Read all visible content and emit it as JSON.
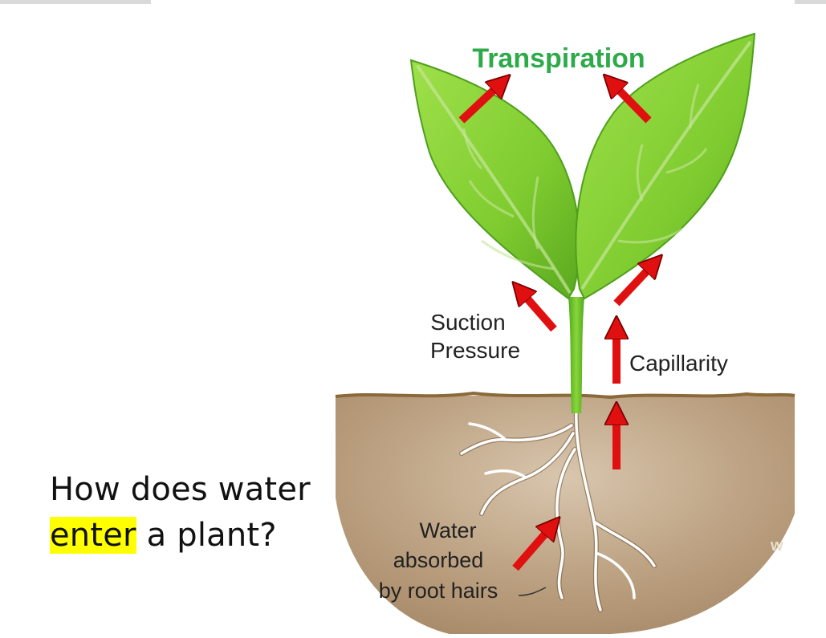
{
  "diagram": {
    "title": "Transpiration",
    "labels": {
      "suction_line1": "Suction",
      "suction_line2": "Pressure",
      "capillarity": "Capillarity",
      "water_line1": "Water",
      "water_line2": "absorbed",
      "water_line3": "by root hairs",
      "watermark": "w"
    }
  },
  "question": {
    "line1": "How does water",
    "highlight_word": "enter",
    "line2_rest": " a plant?"
  },
  "colors": {
    "leaf": "#8ed33a",
    "leaf_dark": "#4f9f1e",
    "soil": "#b79d7e",
    "soil_line": "#8a6a3a",
    "arrow": "#e01010",
    "title": "#2eaa4a",
    "highlight": "#ffff00"
  }
}
